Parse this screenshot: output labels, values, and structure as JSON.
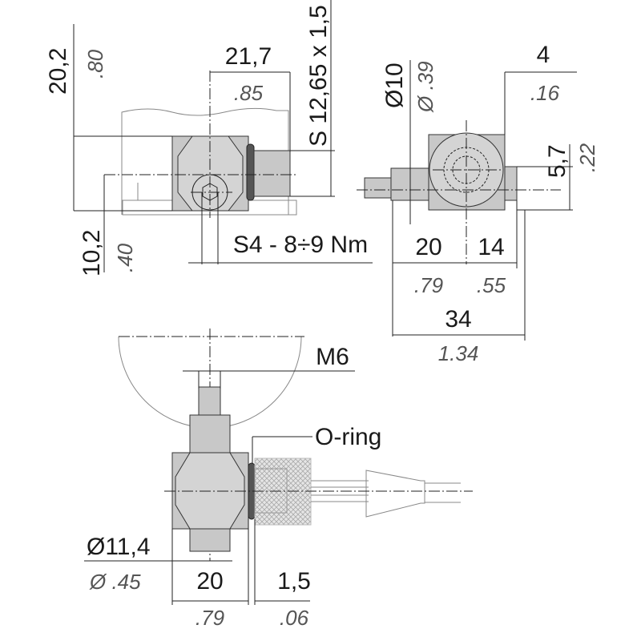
{
  "side_view": {
    "height_mm": "20,2",
    "height_in": ".80",
    "axis_mm": "10,2",
    "axis_in": ".40",
    "length_mm": "21,7",
    "length_in": ".85",
    "thread": "S 12,65 x 1,5",
    "torque": "S4 - 8÷9 Nm"
  },
  "top_view": {
    "diameter_mm": "Ø10",
    "diameter_in": "Ø .39",
    "offset_mm": "4",
    "offset_in": ".16",
    "height_mm": "5,7",
    "height_in": ".22",
    "left_mm": "20",
    "left_in": ".79",
    "right_mm": "14",
    "right_in": ".55",
    "total_mm": "34",
    "total_in": "1.34"
  },
  "front_view": {
    "thread": "M6",
    "oring_label": "O-ring",
    "diameter_mm": "Ø11,4",
    "diameter_in": "Ø .45",
    "width_mm": "20",
    "width_in": ".79",
    "oring_mm": "1,5",
    "oring_in": ".06"
  }
}
